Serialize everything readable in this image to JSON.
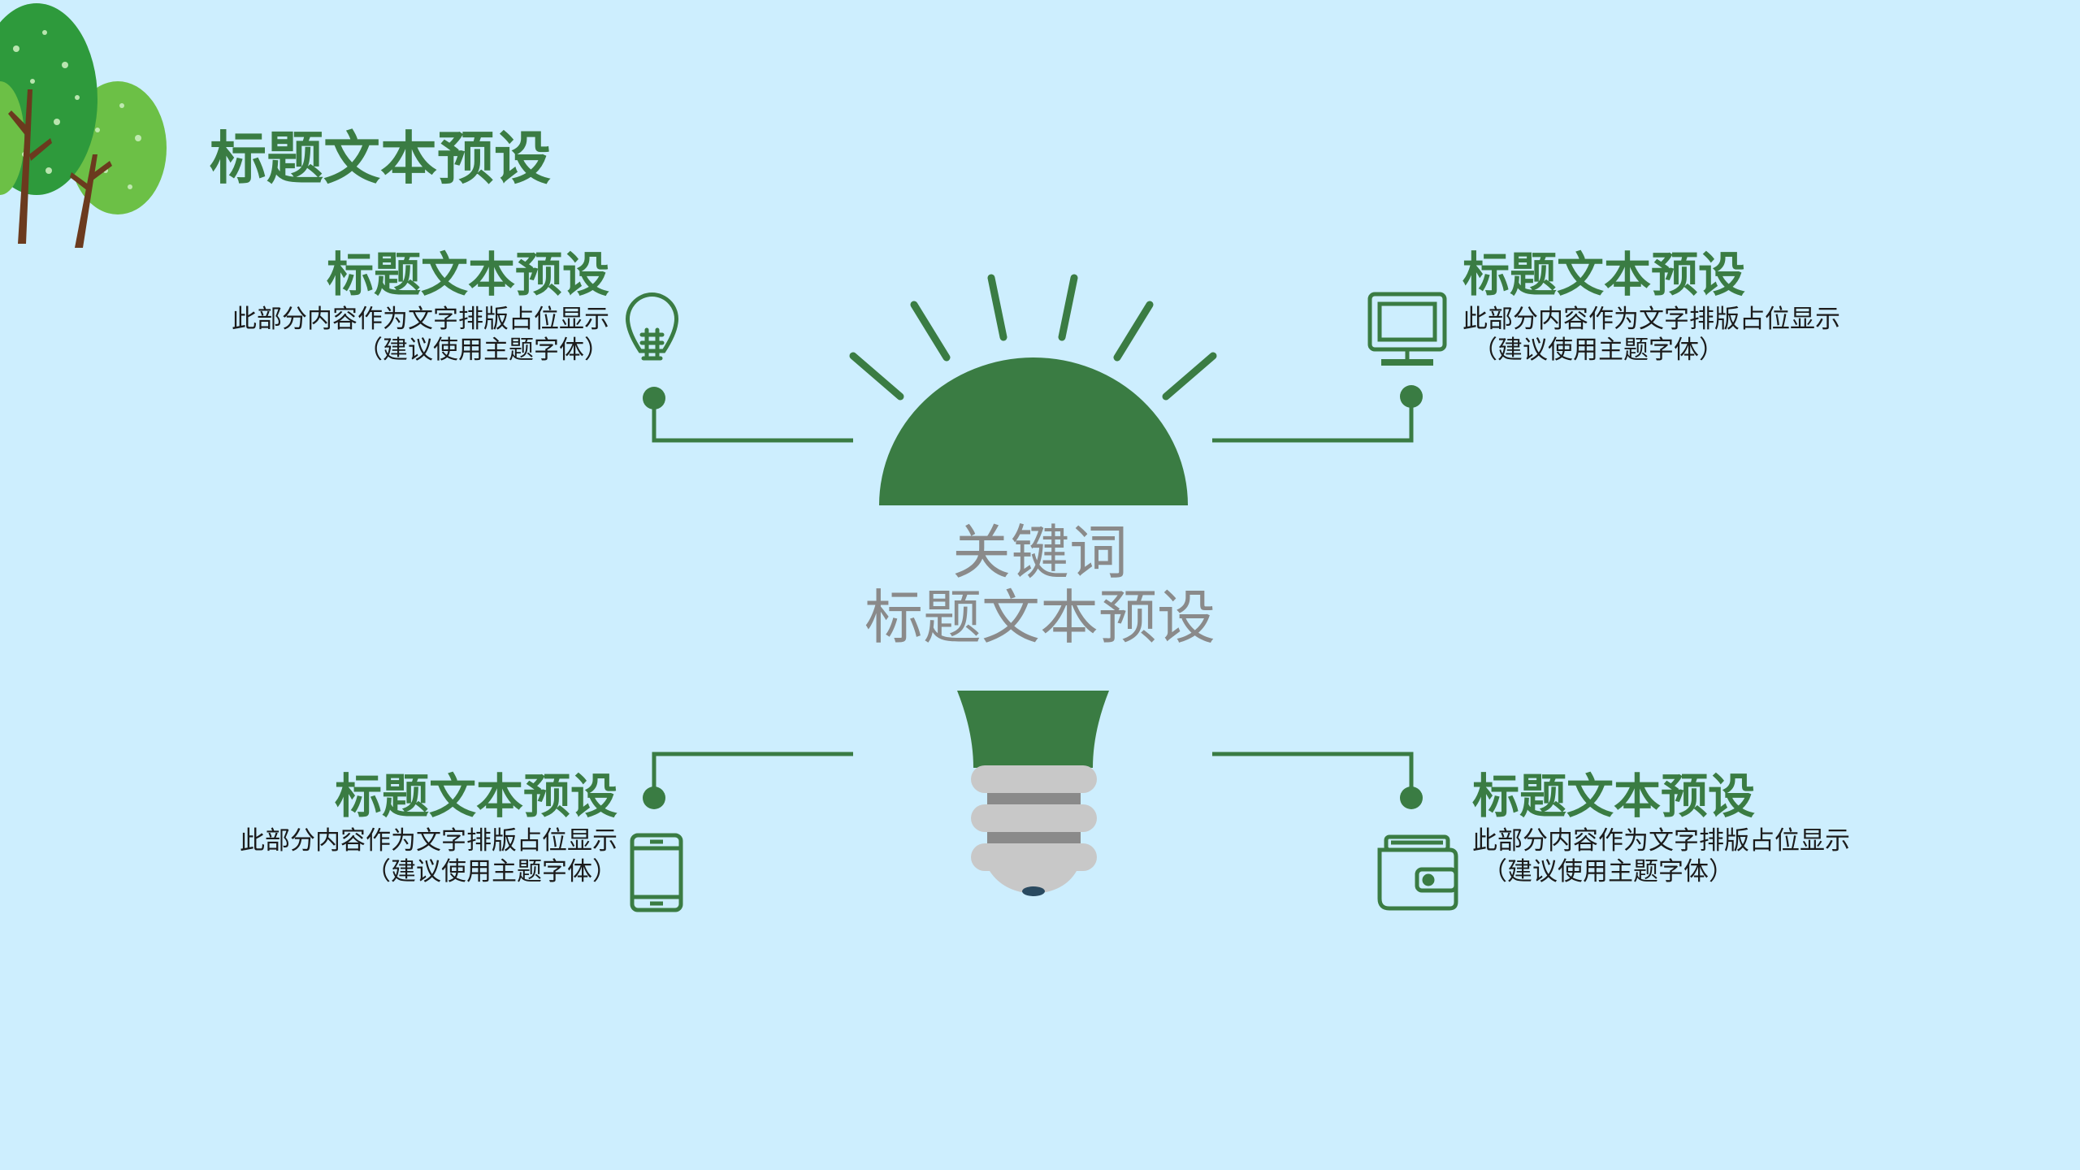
{
  "page": {
    "title": "标题文本预设"
  },
  "center": {
    "line1": "关键词",
    "line2": "标题文本预设"
  },
  "blocks": [
    {
      "id": "top-left",
      "title": "标题文本预设",
      "body_line1": "此部分内容作为文字排版占位显示",
      "body_line2": "（建议使用主题字体）",
      "icon": "lightbulb-icon"
    },
    {
      "id": "top-right",
      "title": "标题文本预设",
      "body_line1": "此部分内容作为文字排版占位显示",
      "body_line2": "（建议使用主题字体）",
      "icon": "monitor-icon"
    },
    {
      "id": "bottom-left",
      "title": "标题文本预设",
      "body_line1": "此部分内容作为文字排版占位显示",
      "body_line2": "（建议使用主题字体）",
      "icon": "mobile-phone-icon"
    },
    {
      "id": "bottom-right",
      "title": "标题文本预设",
      "body_line1": "此部分内容作为文字排版占位显示",
      "body_line2": "（建议使用主题字体）",
      "icon": "wallet-icon"
    }
  ],
  "colors": {
    "background": "#cdeefe",
    "accent_green": "#3a7c43",
    "tree_dark": "#2e9a3c",
    "tree_light": "#6cc046",
    "trunk": "#6b3a1e",
    "bulb_base": "#c8c8c8",
    "center_text": "#8a8a8a"
  }
}
